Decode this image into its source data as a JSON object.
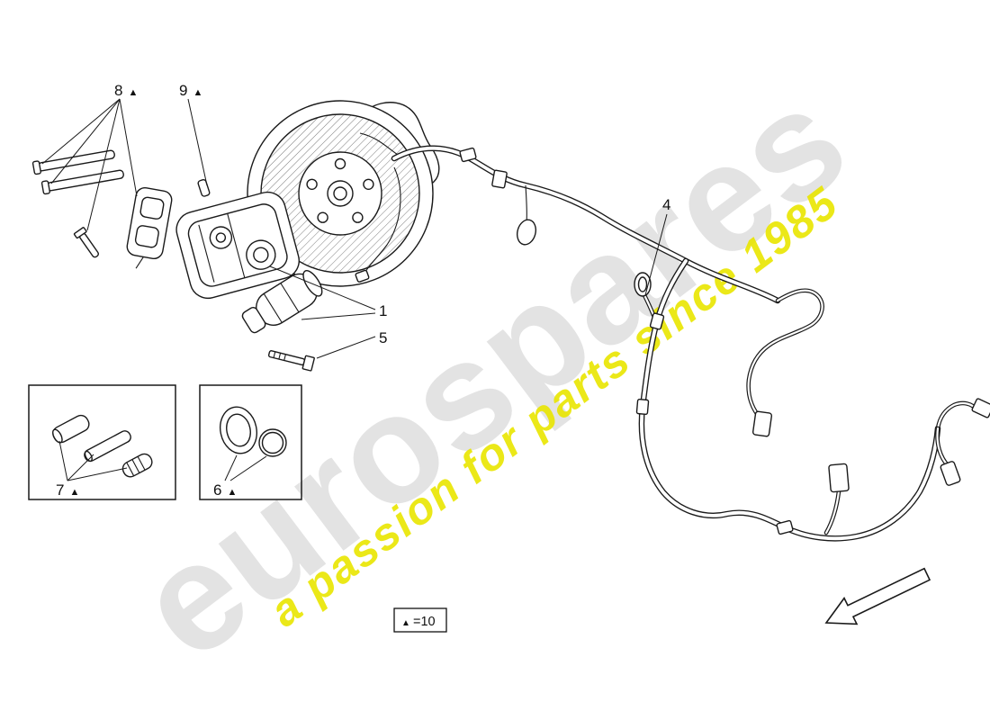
{
  "watermark": {
    "brand": "eurospares",
    "tagline": "a passion for parts since 1985"
  },
  "legend": {
    "symbol": "▲",
    "value": "=10"
  },
  "callouts": {
    "c1": {
      "num": "1"
    },
    "c4": {
      "num": "4"
    },
    "c5": {
      "num": "5"
    },
    "c6": {
      "num": "6",
      "tri": "▲"
    },
    "c7": {
      "num": "7",
      "tri": "▲"
    },
    "c8": {
      "num": "8",
      "tri": "▲"
    },
    "c9": {
      "num": "9",
      "tri": "▲"
    }
  },
  "colors": {
    "line": "#1a1a1a",
    "watermark_gray": "#cdcdcd",
    "watermark_yellow": "#e9e600"
  }
}
